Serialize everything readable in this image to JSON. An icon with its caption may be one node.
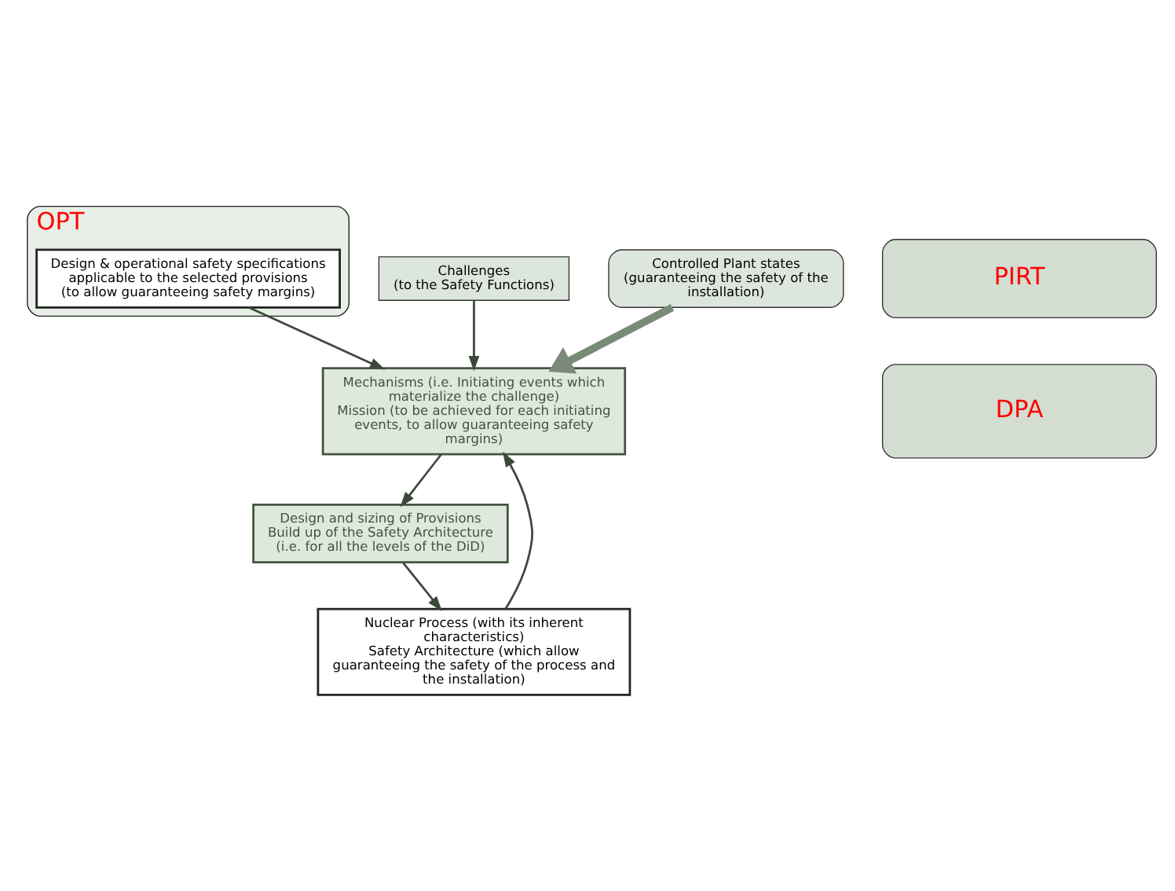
{
  "diagram": {
    "nodes": [
      {
        "text": [
          "OPT"
        ]
      },
      {
        "text": [
          "Design & operational safety specifications applicable to the selected provisions",
          "(to allow guaranteeing safety margins)"
        ],
        "in": 0
      },
      {
        "text": [
          "PIRT"
        ]
      },
      {
        "text": [
          "DPA"
        ]
      },
      {
        "text": [
          "Challenges",
          "(to the Safety Functions)"
        ]
      },
      {
        "text": [
          "Controlled Plant states",
          "(guaranteeing the safety of the installation)"
        ]
      },
      {
        "text": [
          "Mechanisms (i.e. Initiating events which materialize the challenge)",
          "Mission (to be achieved for each initiating events, to allow guaranteeing safety margins)"
        ]
      },
      {
        "text": [
          "Nuclear Process (with its inherent characteristics)",
          "Safety Architecture (which allow guaranteeing the safety of the process and the installation)"
        ]
      },
      {
        "text": [
          "Design and sizing of Provisions",
          "Build up of the Safety Architecture",
          "(i.e. for all the levels of the DiD)"
        ]
      }
    ],
    "edges": [
      {
        "from": 1,
        "to": 6,
        "arrow": "to"
      },
      {
        "from": 4,
        "to": 6,
        "arrow": "to"
      },
      {
        "from": 5,
        "to": 6,
        "arrow": "to",
        "style": "thick",
        "color": "#7a8a78"
      },
      {
        "from": 7,
        "to": 6,
        "arrow": "to"
      },
      {
        "from": 6,
        "to": 8,
        "arrow": "to"
      },
      {
        "from": 8,
        "to": 7,
        "arrow": "to"
      }
    ]
  }
}
